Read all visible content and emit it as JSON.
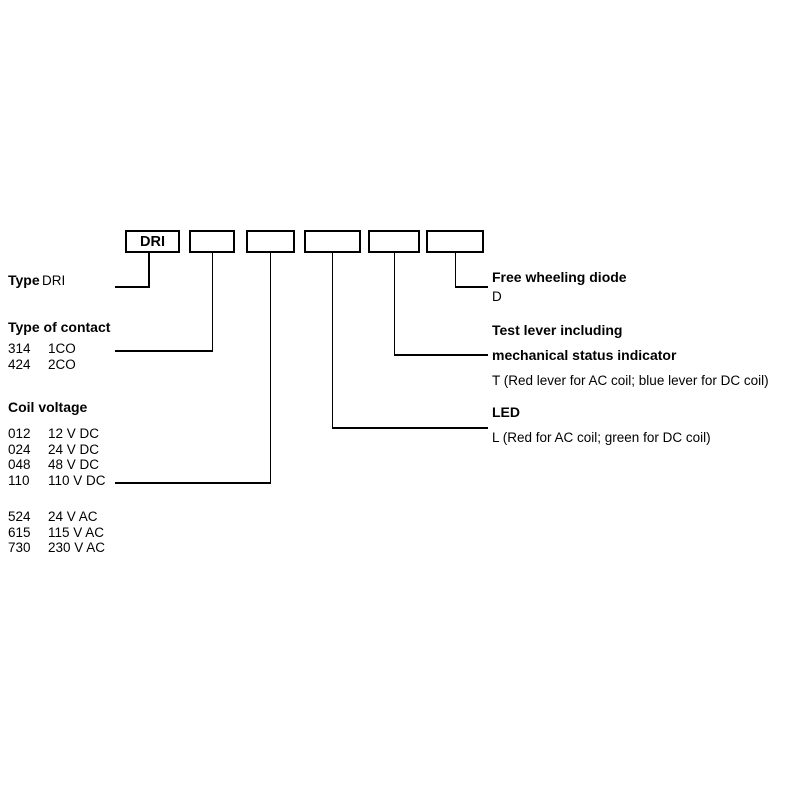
{
  "colors": {
    "ink": "#000000",
    "background": "#ffffff"
  },
  "code_builder": {
    "boxes": [
      {
        "id": "type",
        "label": "DRI"
      },
      {
        "id": "contact",
        "label": ""
      },
      {
        "id": "coil-voltage",
        "label": ""
      },
      {
        "id": "led",
        "label": ""
      },
      {
        "id": "test-lever",
        "label": ""
      },
      {
        "id": "diode",
        "label": ""
      }
    ]
  },
  "type_section": {
    "heading": "Type",
    "value": "DRI"
  },
  "contact_section": {
    "heading": "Type of contact",
    "rows": [
      {
        "code": "314",
        "desc": "1CO"
      },
      {
        "code": "424",
        "desc": "2CO"
      }
    ]
  },
  "coil_section": {
    "heading": "Coil voltage",
    "dc_rows": [
      {
        "code": "012",
        "desc": "12 V DC"
      },
      {
        "code": "024",
        "desc": "24 V DC"
      },
      {
        "code": "048",
        "desc": "48 V DC"
      },
      {
        "code": "110",
        "desc": "110 V DC"
      }
    ],
    "ac_rows": [
      {
        "code": "524",
        "desc": "24 V AC"
      },
      {
        "code": "615",
        "desc": "115 V AC"
      },
      {
        "code": "730",
        "desc": "230 V AC"
      }
    ]
  },
  "diode_section": {
    "heading": "Free wheeling diode",
    "value": "D"
  },
  "test_lever_section": {
    "heading_line1": "Test lever including",
    "heading_line2": "mechanical status indicator",
    "value": "T (Red lever for AC coil; blue lever for DC coil)"
  },
  "led_section": {
    "heading": "LED",
    "value": "L (Red for AC coil; green for DC coil)"
  }
}
